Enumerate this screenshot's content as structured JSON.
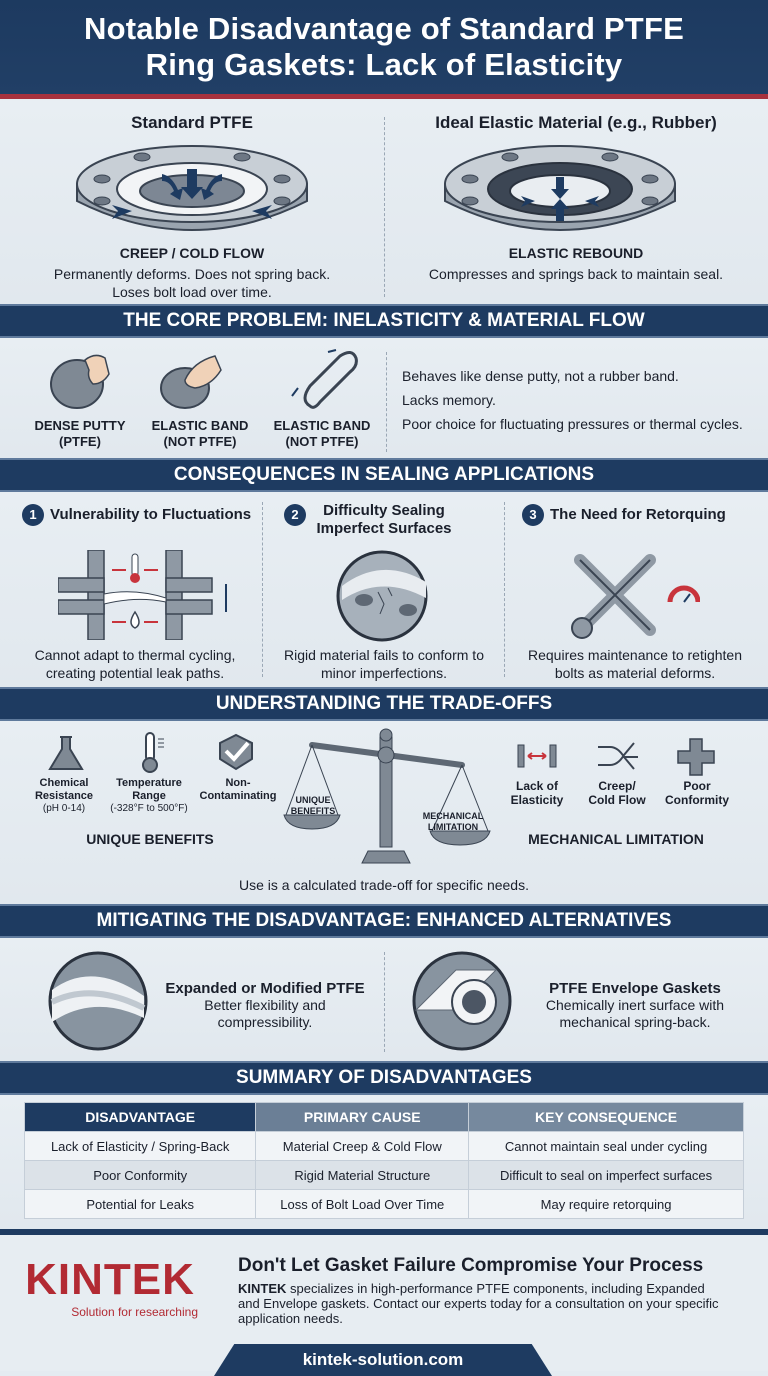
{
  "header": {
    "title_line1": "Notable Disadvantage of Standard PTFE",
    "title_line2": "Ring Gaskets: Lack of Elasticity"
  },
  "comparison": {
    "left": {
      "title": "Standard PTFE",
      "label": "CREEP / COLD FLOW",
      "desc_line1": "Permanently deforms. Does not spring back.",
      "desc_line2": "Loses bolt load over time."
    },
    "right": {
      "title": "Ideal Elastic Material (e.g., Rubber)",
      "label": "ELASTIC REBOUND",
      "desc_line1": "Compresses and springs back to maintain seal."
    }
  },
  "core_problem": {
    "heading": "THE CORE PROBLEM: INELASTICITY & MATERIAL FLOW",
    "items": [
      {
        "line1": "DENSE PUTTY",
        "line2": "(PTFE)",
        "icon": "putty-ball-icon"
      },
      {
        "line1": "ELASTIC BAND",
        "line2": "(NOT PTFE)",
        "icon": "squeezed-putty-icon"
      },
      {
        "line1": "ELASTIC BAND",
        "line2": "(NOT PTFE)",
        "icon": "rubber-band-icon"
      }
    ],
    "points": [
      "Behaves like dense putty, not a rubber band.",
      "Lacks memory.",
      "Poor choice for fluctuating pressures or thermal cycles."
    ]
  },
  "consequences": {
    "heading": "CONSEQUENCES IN SEALING APPLICATIONS",
    "items": [
      {
        "num": "1",
        "title_line1": "Vulnerability to Fluctuations",
        "title_line2": "",
        "desc_line1": "Cannot adapt to thermal cycling,",
        "desc_line2": "creating potential leak paths.",
        "icon": "flange-thermal-icon"
      },
      {
        "num": "2",
        "title_line1": "Difficulty Sealing",
        "title_line2": "Imperfect Surfaces",
        "desc_line1": "Rigid material fails to conform to",
        "desc_line2": "minor imperfections.",
        "icon": "scratched-surface-icon"
      },
      {
        "num": "3",
        "title_line1": "The Need for Retorquing",
        "title_line2": "",
        "desc_line1": "Requires maintenance to retighten",
        "desc_line2": "bolts as material deforms.",
        "icon": "wrench-gauge-icon"
      }
    ]
  },
  "tradeoffs": {
    "heading": "UNDERSTANDING THE TRADE-OFFS",
    "benefits": [
      {
        "line1": "Chemical",
        "line2": "Resistance",
        "sub": "(pH 0-14)",
        "icon": "flask-icon"
      },
      {
        "line1": "Temperature",
        "line2": "Range",
        "sub": "(-328°F to 500°F)",
        "icon": "thermometer-icon"
      },
      {
        "line1": "Non-",
        "line2": "Contaminating",
        "sub": "",
        "icon": "check-shield-icon"
      }
    ],
    "benefits_label": "UNIQUE BENEFITS",
    "scale_left_line1": "UNIQUE",
    "scale_left_line2": "BENEFITS",
    "scale_right_line1": "MECHANICAL",
    "scale_right_line2": "LIMITATION",
    "limitations": [
      {
        "line1": "Lack of",
        "line2": "Elasticity",
        "icon": "gap-arrows-icon"
      },
      {
        "line1": "Creep/",
        "line2": "Cold Flow",
        "icon": "flow-arrows-icon"
      },
      {
        "line1": "Poor",
        "line2": "Conformity",
        "icon": "cross-flange-icon"
      }
    ],
    "limitations_label": "MECHANICAL LIMITATION",
    "summary": "Use is a calculated trade-off for specific needs."
  },
  "alternatives": {
    "heading": "MITIGATING THE DISADVANTAGE: ENHANCED ALTERNATIVES",
    "items": [
      {
        "title": "Expanded or Modified PTFE",
        "desc_line1": "Better flexibility and",
        "desc_line2": "compressibility.",
        "icon": "expanded-ptfe-icon"
      },
      {
        "title": "PTFE Envelope Gaskets",
        "desc_line1": "Chemically inert surface with",
        "desc_line2": "mechanical spring-back.",
        "icon": "envelope-gasket-icon"
      }
    ]
  },
  "summary_table": {
    "heading": "SUMMARY OF DISADVANTAGES",
    "columns": [
      "DISADVANTAGE",
      "PRIMARY CAUSE",
      "KEY CONSEQUENCE"
    ],
    "rows": [
      [
        "Lack of Elasticity / Spring-Back",
        "Material Creep & Cold Flow",
        "Cannot maintain seal under cycling"
      ],
      [
        "Poor Conformity",
        "Rigid Material Structure",
        "Difficult to seal on imperfect surfaces"
      ],
      [
        "Potential for Leaks",
        "Loss of Bolt Load Over Time",
        "May require retorquing"
      ]
    ]
  },
  "footer": {
    "logo": "KINTEK",
    "logo_tagline": "Solution for researching",
    "title": "Don't Let Gasket Failure Compromise Your Process",
    "body_brand": "KINTEK",
    "body_line1": " specializes in high-performance PTFE components, including Expanded",
    "body_line2": "and Envelope gaskets. Contact our experts today for a consultation on your specific",
    "body_line3": "application needs.",
    "url": "kintek-solution.com"
  },
  "colors": {
    "navy": "#1e3b61",
    "accent_red": "#a8323e",
    "brand_red": "#b22a33",
    "background": "#e4ebf1"
  }
}
